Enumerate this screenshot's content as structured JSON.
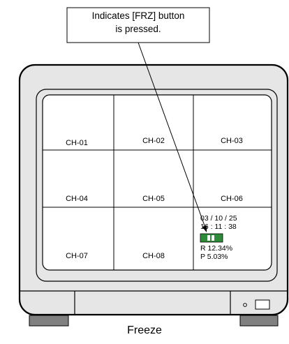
{
  "callout": {
    "line1": "Indicates [FRZ] button",
    "line2": "is pressed."
  },
  "channels": [
    "CH-01",
    "CH-02",
    "CH-03",
    "CH-04",
    "CH-05",
    "CH-06",
    "CH-07",
    "CH-08"
  ],
  "info_panel": {
    "date": "03 / 10 / 25",
    "time": "16 : 11 : 38",
    "freeze_icon": "pause-icon",
    "record": "R   12.34%",
    "play": "P    5.03%"
  },
  "caption": "Freeze",
  "colors": {
    "freeze_indicator": "#2e8b3a",
    "panel": "#e6e6e6",
    "outline": "#000000"
  }
}
